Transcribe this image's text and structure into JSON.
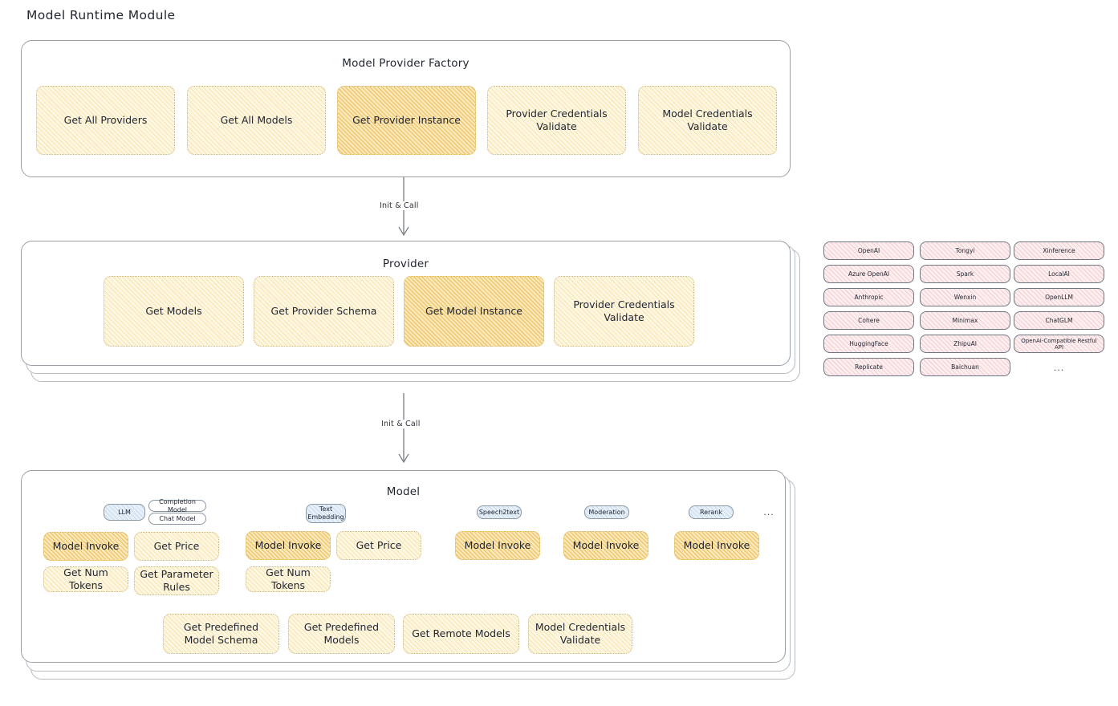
{
  "diagram": {
    "title": "Model Runtime Module"
  },
  "factory": {
    "title": "Model Provider Factory",
    "boxes": [
      {
        "label": "Get All Providers",
        "highlighted": false
      },
      {
        "label": "Get All Models",
        "highlighted": false
      },
      {
        "label": "Get Provider Instance",
        "highlighted": true
      },
      {
        "label": "Provider Credentials Validate",
        "highlighted": false
      },
      {
        "label": "Model Credentials Validate",
        "highlighted": false
      }
    ]
  },
  "connectors": [
    {
      "label": "Init & Call"
    },
    {
      "label": "Init & Call"
    }
  ],
  "provider": {
    "title": "Provider",
    "boxes": [
      {
        "label": "Get Models",
        "highlighted": false
      },
      {
        "label": "Get Provider Schema",
        "highlighted": false
      },
      {
        "label": "Get Model Instance",
        "highlighted": true
      },
      {
        "label": "Provider Credentials Validate",
        "highlighted": false
      }
    ]
  },
  "provider_list": {
    "columns": [
      [
        "OpenAI",
        "Azure OpenAI",
        "Anthropic",
        "Cohere",
        "HuggingFace",
        "Replicate"
      ],
      [
        "Tongyi",
        "Spark",
        "Wenxin",
        "Minimax",
        "ZhipuAI",
        "Baichuan"
      ],
      [
        "Xinference",
        "LocalAI",
        "OpenLLM",
        "ChatGLM",
        "OpenAI-Compatible Restful API"
      ]
    ],
    "more": "..."
  },
  "model": {
    "title": "Model",
    "more": "...",
    "types": [
      {
        "name": "LLM",
        "subtypes": [
          "Completion Model",
          "Chat Model"
        ],
        "methods": [
          "Model Invoke",
          "Get Price",
          "Get Num Tokens",
          "Get Parameter Rules"
        ]
      },
      {
        "name": "Text Embedding",
        "subtypes": [],
        "methods": [
          "Model Invoke",
          "Get Price",
          "Get Num Tokens"
        ]
      },
      {
        "name": "Speech2text",
        "subtypes": [],
        "methods": [
          "Model Invoke"
        ]
      },
      {
        "name": "Moderation",
        "subtypes": [],
        "methods": [
          "Model Invoke"
        ]
      },
      {
        "name": "Rerank",
        "subtypes": [],
        "methods": [
          "Model Invoke"
        ]
      }
    ],
    "shared_methods": [
      "Get Predefined Model Schema",
      "Get Predefined Models",
      "Get Remote Models",
      "Model Credentials Validate"
    ]
  },
  "colors": {
    "method_fill": "#fdf7e3",
    "method_highlight": "#fbe9be",
    "tag_fill": "#e7f0f9",
    "chip_fill": "#fdeff0",
    "panel_border": "#9aa0a6",
    "text": "#1f2430"
  }
}
